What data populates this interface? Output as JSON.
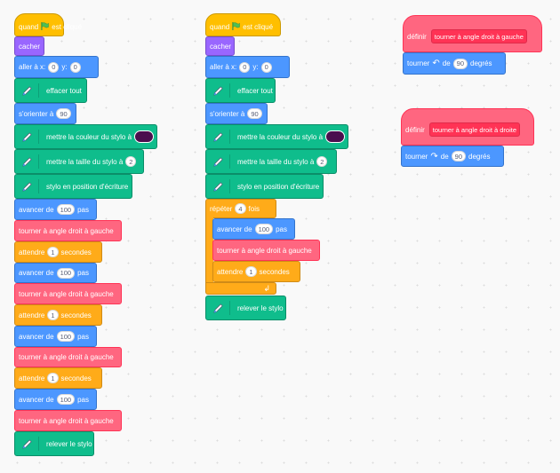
{
  "colors": {
    "events": "#ffbf00",
    "looks": "#9966ff",
    "motion": "#4c97ff",
    "pen": "#0fbd8c",
    "control": "#ffab19",
    "custom": "#ff6680"
  },
  "blocks": {
    "when_flag_pre": "quand",
    "when_flag_post": "est cliqué",
    "hide": "cacher",
    "goto_pre": "aller à x:",
    "goto_y": "y:",
    "erase_all": "effacer tout",
    "point_dir": "s'orienter à",
    "set_color": "mettre la couleur du stylo à",
    "set_size": "mettre la taille du stylo à",
    "pen_down": "stylo en position d'écriture",
    "move_pre": "avancer de",
    "move_post": "pas",
    "turn_left_right_angle": "tourner à angle droit à gauche",
    "turn_right_right_angle": "tourner à angle droit à droite",
    "wait_pre": "attendre",
    "wait_post": "secondes",
    "repeat_pre": "répéter",
    "repeat_post": "fois",
    "pen_up": "relever le stylo",
    "define": "définir",
    "turn": "tourner",
    "turn_by": "de",
    "degrees": "degrés"
  },
  "values": {
    "x": "0",
    "y": "0",
    "direction": "90",
    "pen_size": "2",
    "steps": "100",
    "wait": "1",
    "repeat": "4",
    "turn_angle": "90",
    "pen_color": "#4a0e4e"
  },
  "icons": {
    "flag": "green-flag-icon",
    "pen": "pen-icon",
    "rotate_left": "rotate-left-icon",
    "rotate_right": "rotate-right-icon",
    "loop_arrow": "loop-arrow-icon"
  }
}
